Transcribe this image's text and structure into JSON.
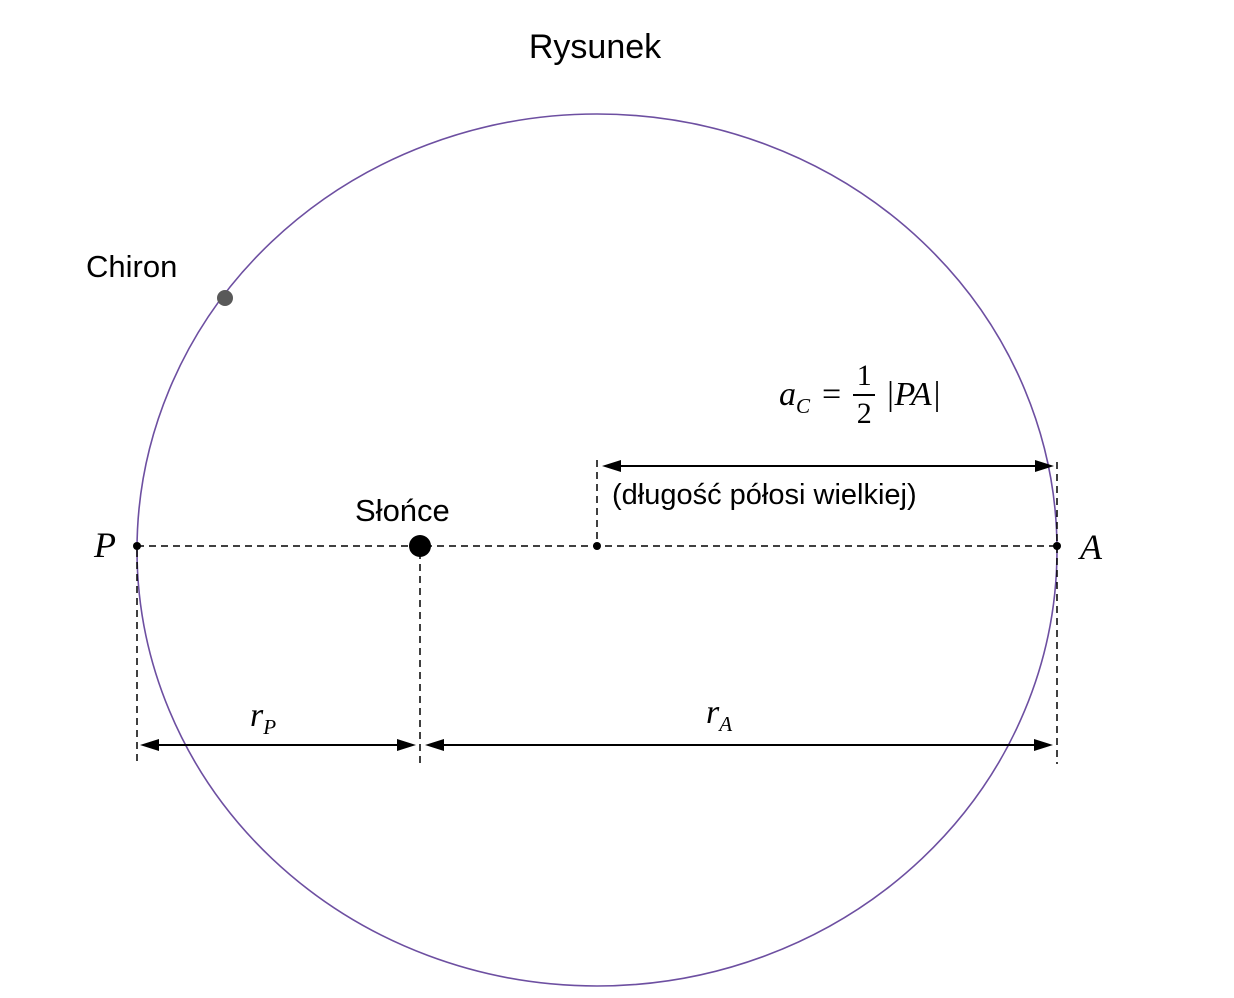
{
  "title": "Rysunek",
  "orbit": {
    "body_label": "Chiron",
    "sun_label": "Słońce",
    "perihelion_label": "P",
    "aphelion_label": "A"
  },
  "formula": {
    "lhs_base": "a",
    "lhs_sub": "C",
    "equals": "=",
    "numerator": "1",
    "denominator": "2",
    "rhs": "|PA|",
    "caption": "(długość półosi wielkiej)"
  },
  "distances": {
    "r_p": {
      "base": "r",
      "sub": "P"
    },
    "r_a": {
      "base": "r",
      "sub": "A"
    }
  },
  "colors": {
    "ellipse_stroke": "#6d4fa1",
    "chiron_dot": "#595959",
    "line": "#000000"
  }
}
